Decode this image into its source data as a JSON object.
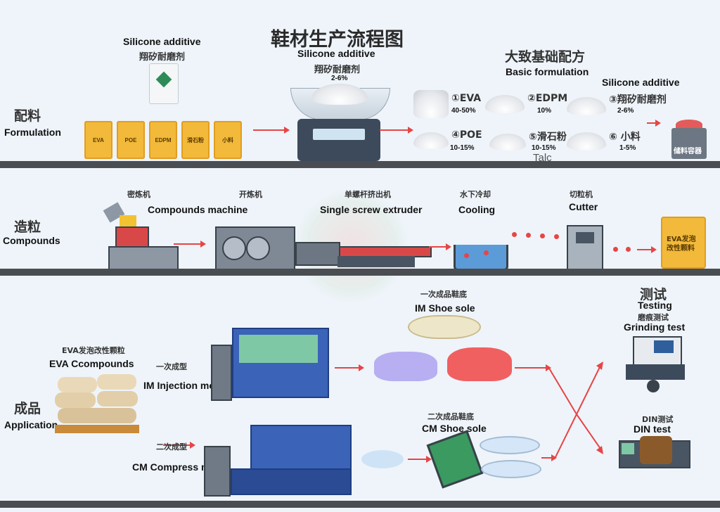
{
  "title": "鞋材生产流程图",
  "colors": {
    "bar": "#4a4d52",
    "arrow": "#e74545",
    "bag": "#f2b93a",
    "mold": "#3b63b8"
  },
  "stages": {
    "formulation": {
      "cn": "配料",
      "en": "Formulation"
    },
    "compounds": {
      "cn": "造粒",
      "en": "Compounds"
    },
    "application": {
      "cn": "成品",
      "en": "Application"
    }
  },
  "formulation": {
    "bag_top": {
      "en": "Silicone additive",
      "cn": "翔矽耐磨剂"
    },
    "bags": [
      "EVA",
      "POE",
      "EDPM",
      "滑石粉",
      "小料"
    ],
    "scale": {
      "en": "Silicone additive",
      "cn": "翔矽耐磨剂",
      "pct": "2-6%"
    },
    "basic_title_cn": "大致基础配方",
    "basic_title_en": "Basic formulation",
    "silicone_en": "Silicone additive",
    "items": [
      {
        "name": "①EVA",
        "pct": "40-50%"
      },
      {
        "name": "②EDPM",
        "pct": "10%"
      },
      {
        "name": "③翔矽耐磨剂",
        "pct": "2-6%"
      },
      {
        "name": "④POE",
        "pct": "10-15%"
      },
      {
        "name": "⑤滑石粉",
        "pct": "10-15%"
      },
      {
        "name": "⑥ 小料",
        "pct": "1-5%"
      }
    ],
    "talc": "Talc",
    "container": "储料容器"
  },
  "compounds": {
    "kneader_cn": "密炼机",
    "kneader_en": "Compounds machine",
    "mill_cn": "开炼机",
    "extruder_cn": "单螺杆挤出机",
    "extruder_en": "Single screw extruder",
    "cooling_cn": "水下冷却",
    "cooling_en": "Cooling",
    "cutter_cn": "切粒机",
    "cutter_en": "Cutter",
    "output_bag": "EVA发泡\n改性颗料"
  },
  "application": {
    "input_cn": "EVA发泡改性颗粒",
    "input_en": "EVA Ccompounds",
    "im_cn": "一次成型",
    "im_en": "IM Injection mold",
    "im_sole_cn": "一次成品鞋底",
    "im_sole_en": "IM Shoe sole",
    "cm_cn": "二次成型",
    "cm_en": "CM Compress mold",
    "cm_sole_cn": "二次成品鞋底",
    "cm_sole_en": "CM Shoe sole",
    "test_cn": "测试",
    "test_en": "Testing",
    "grind_cn": "磨痕测试",
    "grind_en": "Grinding test",
    "din_cn": "DIN测试",
    "din_en": "DIN test"
  }
}
